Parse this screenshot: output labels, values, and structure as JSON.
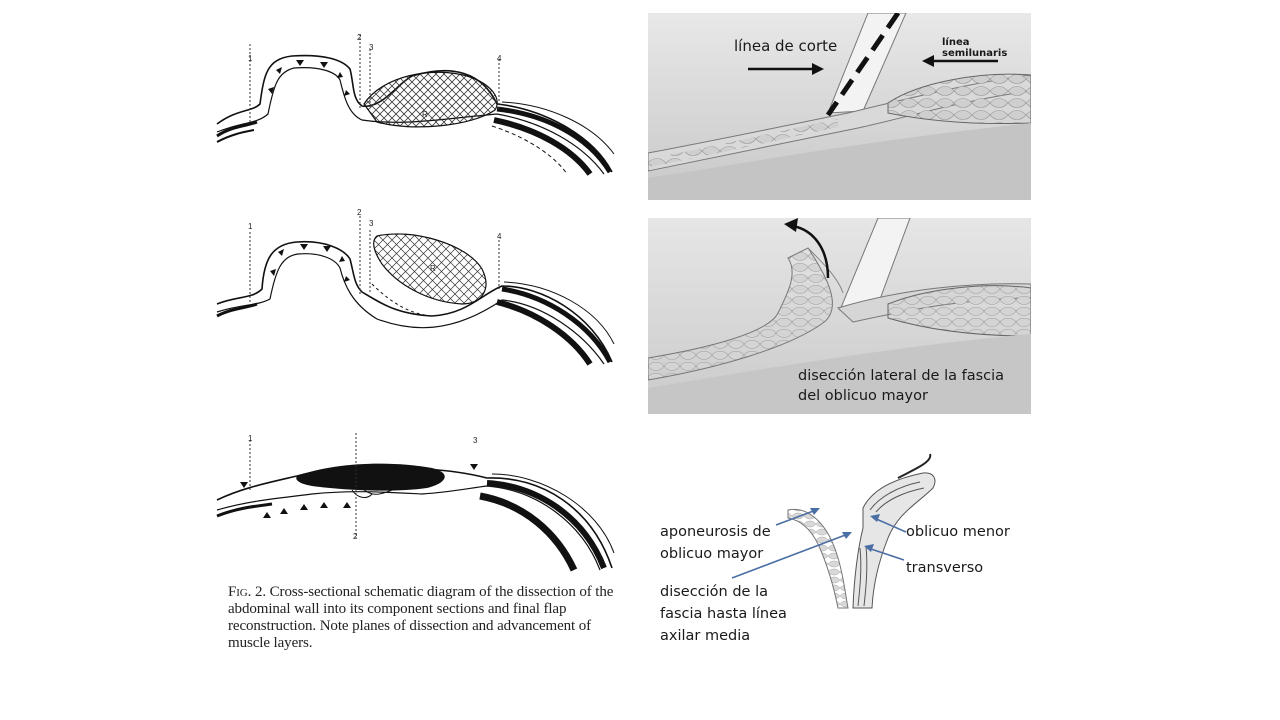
{
  "left_figure": {
    "panel_1": {
      "markers": [
        "1",
        "2",
        "3",
        "4"
      ],
      "muscle_label": "R"
    },
    "panel_2": {
      "markers": [
        "1",
        "2",
        "3",
        "4"
      ],
      "muscle_label": "R"
    },
    "panel_3": {
      "markers": [
        "1",
        "2",
        "3"
      ]
    },
    "caption_fig": "Fig. 2.",
    "caption_text": " Cross-sectional schematic diagram of the dissection of the abdominal wall into its component sections and final flap reconstruction. Note planes of dissection and advancement of muscle layers."
  },
  "right_figure": {
    "top_panel": {
      "cut_line_label": "línea de corte",
      "semilunaris_label": "línea semilunaris"
    },
    "middle_panel": {
      "dissection_label_line1": "disección lateral de la fascia",
      "dissection_label_line2": "del oblicuo mayor"
    },
    "bottom_panel": {
      "aponeurosis_line1": "aponeurosis de",
      "aponeurosis_line2": "oblicuo mayor",
      "dissection_line1": "disección de la",
      "dissection_line2": "fascia hasta línea",
      "dissection_line3": "axilar media",
      "internal_oblique": "oblicuo menor",
      "transverse": "transverso"
    }
  },
  "colors": {
    "arrow_blue": "#4a6fa5",
    "panel_gray": "#dcdcdc"
  }
}
